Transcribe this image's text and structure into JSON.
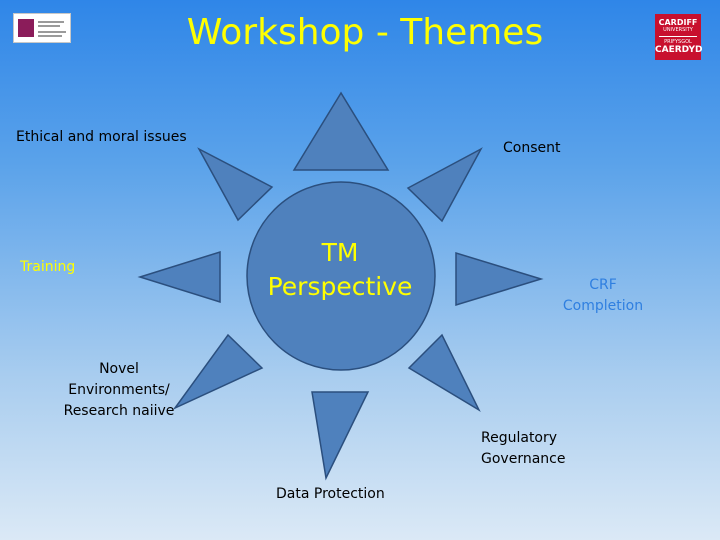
{
  "title": "Workshop - Themes",
  "center": {
    "line1": "TM",
    "line2": "Perspective"
  },
  "themes": {
    "ethical": "Ethical and moral issues",
    "consent": "Consent",
    "training": "Training",
    "crf": {
      "line1": "CRF",
      "line2": "Completion"
    },
    "novel": {
      "line1": "Novel",
      "line2": "Environments/",
      "line3": "Research naiive"
    },
    "regulatory": {
      "line1": "Regulatory",
      "line2": "Governance"
    },
    "data_protection": "Data Protection"
  },
  "logo_right": {
    "line1": "CARDIFF",
    "line2": "UNIVERSITY",
    "line3": "PRIFYSGOL",
    "line4": "CAERDYD"
  },
  "colors": {
    "shape_fill": "#4f81bd",
    "shape_stroke": "#2b4f7e",
    "title": "#ffff00",
    "label_dark": "#000000",
    "label_yellow": "#ffff00",
    "label_blue": "#2f7fe0",
    "logo_red": "#c8102e"
  },
  "icons": {
    "logo_left": "organisation-logo",
    "logo_right": "cardiff-university-logo"
  }
}
